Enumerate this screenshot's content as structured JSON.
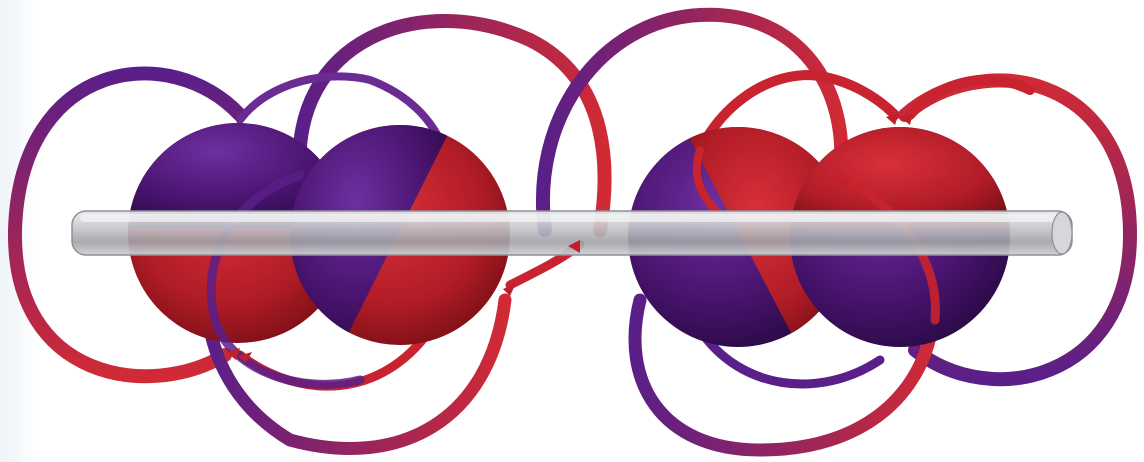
{
  "figure": {
    "colors": {
      "purple": "#4a1470",
      "purple_light": "#6a2b93",
      "red": "#c0202c",
      "red_dark": "#7a0e14",
      "rod": "#b4b6bb",
      "rod_highlight": "#e8e9ec",
      "background_edge": "#eef3f8"
    },
    "components": [
      "sphere",
      "sphere",
      "sphere",
      "sphere",
      "rod",
      "field-line-arcs",
      "arrowheads"
    ]
  }
}
